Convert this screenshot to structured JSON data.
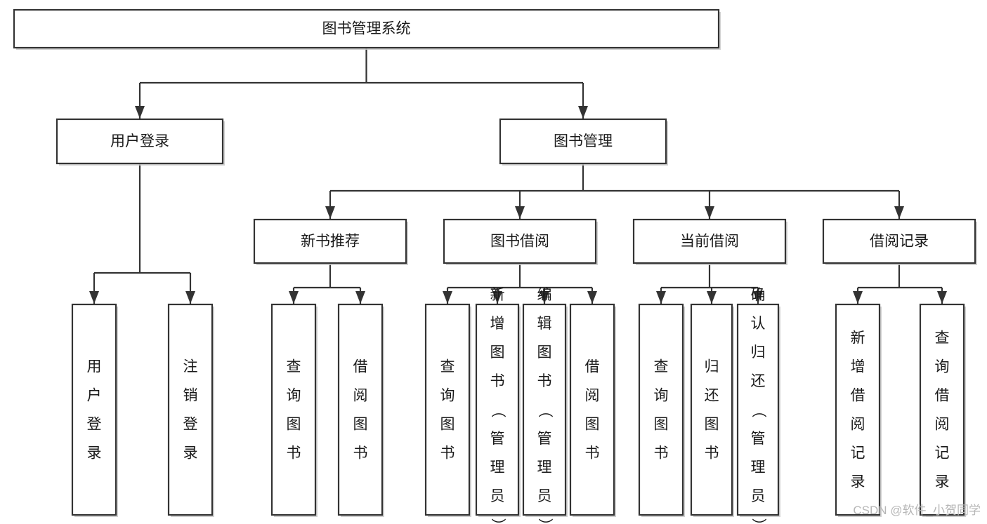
{
  "diagram": {
    "type": "tree-hierarchy",
    "title": "图书管理系统",
    "orientation": "top-down",
    "colors": {
      "box_stroke": "#333333",
      "box_fill": "#ffffff",
      "connector": "#333333",
      "text": "#1a1a1a",
      "watermark": "#b6b6b6",
      "background": "#ffffff"
    },
    "nodes": {
      "root": {
        "label": "图书管理系统",
        "orientation": "horizontal"
      },
      "level2": [
        {
          "id": "user-login",
          "label": "用户登录",
          "orientation": "horizontal"
        },
        {
          "id": "book-manage",
          "label": "图书管理",
          "orientation": "horizontal"
        }
      ],
      "level3": [
        {
          "id": "new-book-recommend",
          "label": "新书推荐",
          "orientation": "horizontal"
        },
        {
          "id": "book-borrow",
          "label": "图书借阅",
          "orientation": "horizontal"
        },
        {
          "id": "current-borrow",
          "label": "当前借阅",
          "orientation": "horizontal"
        },
        {
          "id": "borrow-record",
          "label": "借阅记录",
          "orientation": "horizontal"
        }
      ],
      "leaves": [
        {
          "id": "leaf-user-login",
          "parent": "user-login",
          "label": "用户登录",
          "orientation": "vertical"
        },
        {
          "id": "leaf-user-logout",
          "parent": "user-login",
          "label": "注销登录",
          "orientation": "vertical"
        },
        {
          "id": "leaf-query-book-1",
          "parent": "new-book-recommend",
          "label": "查询图书",
          "orientation": "vertical"
        },
        {
          "id": "leaf-borrow-book-1",
          "parent": "new-book-recommend",
          "label": "借阅图书",
          "orientation": "vertical"
        },
        {
          "id": "leaf-query-book-2",
          "parent": "book-borrow",
          "label": "查询图书",
          "orientation": "vertical"
        },
        {
          "id": "leaf-add-book",
          "parent": "book-borrow",
          "label": "新增图书（管理员）",
          "orientation": "vertical"
        },
        {
          "id": "leaf-edit-book",
          "parent": "book-borrow",
          "label": "编辑图书（管理员）",
          "orientation": "vertical"
        },
        {
          "id": "leaf-borrow-book-2",
          "parent": "book-borrow",
          "label": "借阅图书",
          "orientation": "vertical"
        },
        {
          "id": "leaf-query-book-3",
          "parent": "current-borrow",
          "label": "查询图书",
          "orientation": "vertical"
        },
        {
          "id": "leaf-return-book",
          "parent": "current-borrow",
          "label": "归还图书",
          "orientation": "vertical"
        },
        {
          "id": "leaf-confirm-return",
          "parent": "current-borrow",
          "label": "确认归还（管理员）",
          "orientation": "vertical"
        },
        {
          "id": "leaf-add-record",
          "parent": "borrow-record",
          "label": "新增借阅记录",
          "orientation": "vertical"
        },
        {
          "id": "leaf-query-record",
          "parent": "borrow-record",
          "label": "查询借阅记录",
          "orientation": "vertical"
        }
      ]
    },
    "edges": [
      {
        "from": "图书管理系统",
        "to": "用户登录"
      },
      {
        "from": "图书管理系统",
        "to": "图书管理"
      },
      {
        "from": "用户登录",
        "to": "用户登录"
      },
      {
        "from": "用户登录",
        "to": "注销登录"
      },
      {
        "from": "图书管理",
        "to": "新书推荐"
      },
      {
        "from": "图书管理",
        "to": "图书借阅"
      },
      {
        "from": "图书管理",
        "to": "当前借阅"
      },
      {
        "from": "图书管理",
        "to": "借阅记录"
      },
      {
        "from": "新书推荐",
        "to": "查询图书"
      },
      {
        "from": "新书推荐",
        "to": "借阅图书"
      },
      {
        "from": "图书借阅",
        "to": "查询图书"
      },
      {
        "from": "图书借阅",
        "to": "新增图书（管理员）"
      },
      {
        "from": "图书借阅",
        "to": "编辑图书（管理员）"
      },
      {
        "from": "图书借阅",
        "to": "借阅图书"
      },
      {
        "from": "当前借阅",
        "to": "查询图书"
      },
      {
        "from": "当前借阅",
        "to": "归还图书"
      },
      {
        "from": "当前借阅",
        "to": "确认归还（管理员）"
      },
      {
        "from": "借阅记录",
        "to": "新增借阅记录"
      },
      {
        "from": "借阅记录",
        "to": "查询借阅记录"
      }
    ]
  },
  "watermark": {
    "text": "CSDN @软件_小贺同学"
  }
}
